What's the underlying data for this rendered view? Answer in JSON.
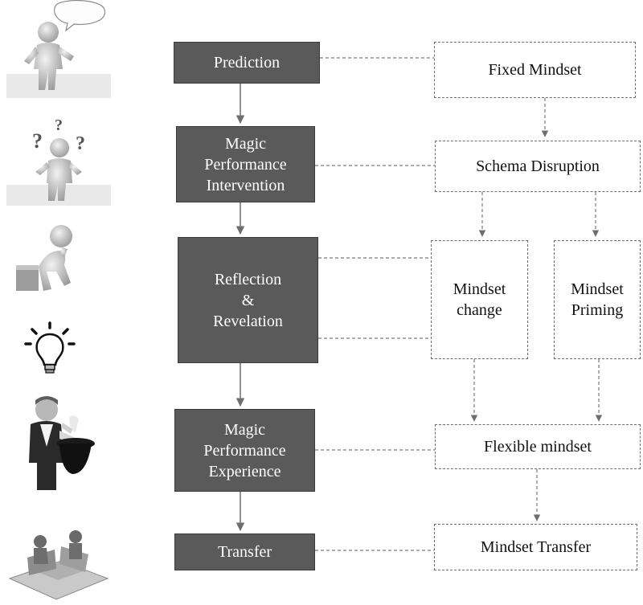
{
  "colors": {
    "solid_box_fill": "#5a5a5a",
    "solid_box_text": "#ffffff",
    "dashed_border": "#6e6e6e",
    "arrow": "#6e6e6e"
  },
  "left_column": {
    "prediction": "Prediction",
    "magic_intervention": "Magic\nPerformance\nIntervention",
    "reflection": "Reflection\n&\nRevelation",
    "magic_experience": "Magic\nPerformance\nExperience",
    "transfer": "Transfer"
  },
  "right_column": {
    "fixed_mindset": "Fixed Mindset",
    "schema_disruption": "Schema Disruption",
    "mindset_change": "Mindset\nchange",
    "mindset_priming": "Mindset\nPriming",
    "flexible_mindset": "Flexible mindset",
    "mindset_transfer": "Mindset Transfer"
  },
  "illustrations": [
    "speaking-figure-icon",
    "confused-figure-icon",
    "thinking-figure-icon",
    "lightbulb-icon",
    "boy-magician-icon",
    "puzzle-figures-icon"
  ]
}
